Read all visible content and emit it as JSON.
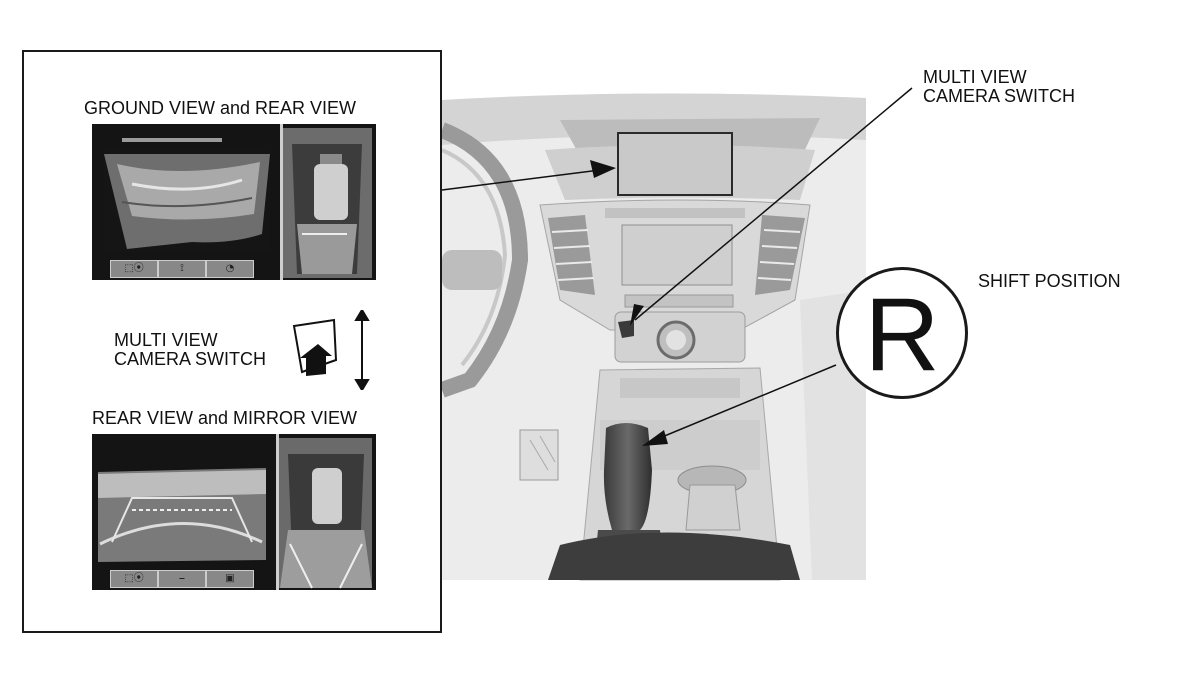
{
  "panel": {
    "top_view": {
      "title": "GROUND VIEW and REAR VIEW",
      "buttons": [
        "⬚⦿",
        "⟟",
        "◔"
      ]
    },
    "switch": {
      "label": "MULTI VIEW\nCAMERA SWITCH"
    },
    "bottom_view": {
      "title": "REAR VIEW and MIRROR VIEW",
      "buttons": [
        "⬚⦿",
        "⎯",
        "▣"
      ]
    }
  },
  "callouts": {
    "switch_label": "MULTI VIEW\nCAMERA SWITCH",
    "shift_label": "SHIFT POSITION",
    "shift_letter": "R"
  },
  "icons": [
    "arrow-up-icon",
    "double-arrow-icon",
    "camera-switch-icon"
  ]
}
